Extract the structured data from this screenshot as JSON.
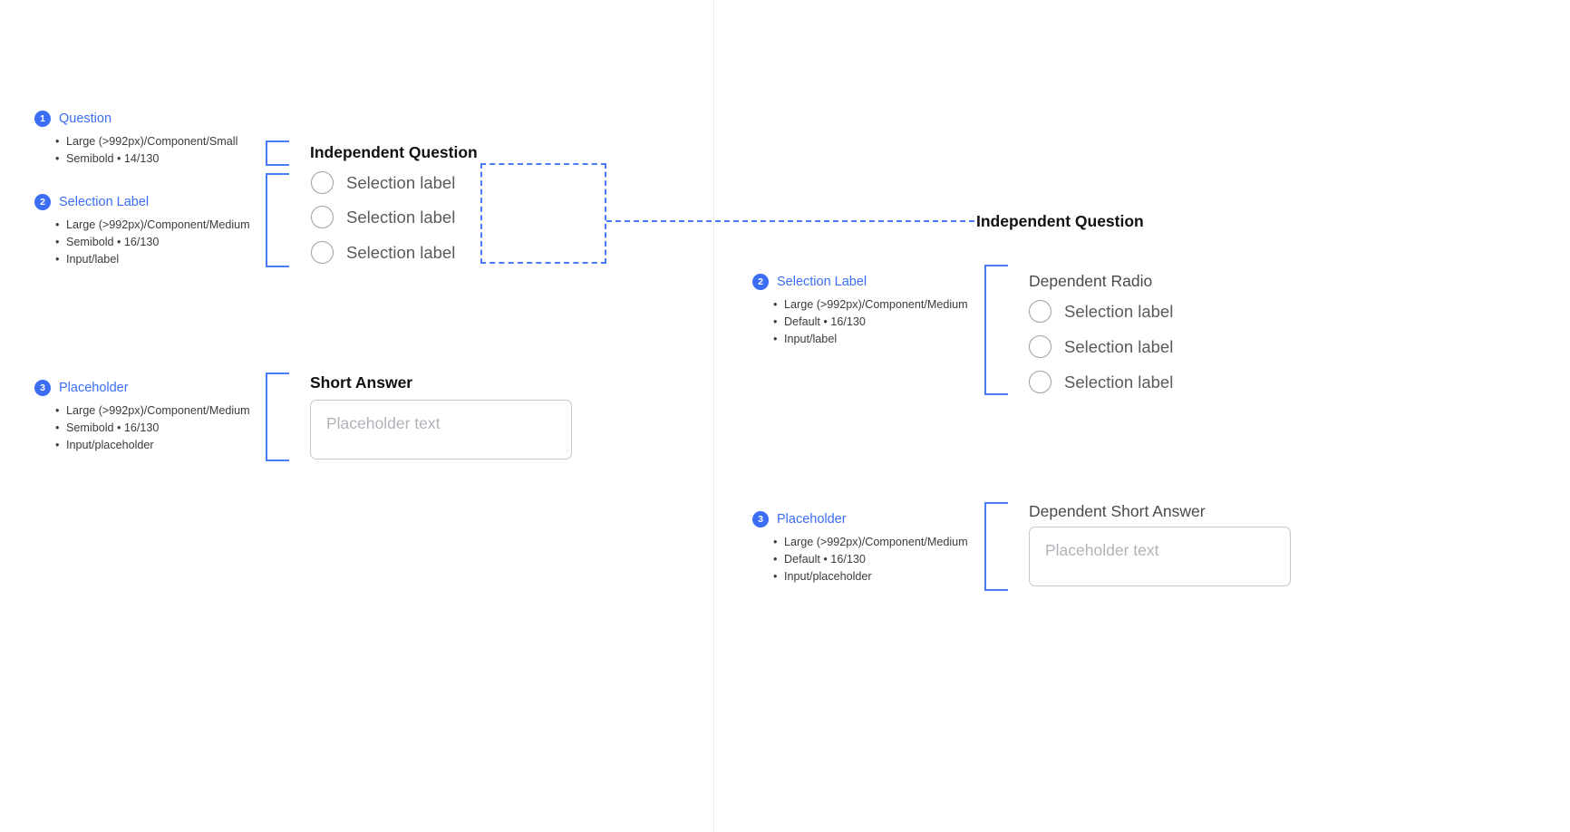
{
  "left_panel": {
    "specs": [
      {
        "number": "1",
        "title": "Question",
        "items": [
          "Large (>992px)/Component/Small",
          "Semibold • 14/130"
        ]
      },
      {
        "number": "2",
        "title": "Selection Label",
        "items": [
          "Large (>992px)/Component/Medium",
          "Semibold • 16/130",
          "Input/label"
        ]
      },
      {
        "number": "3",
        "title": "Placeholder",
        "items": [
          "Large (>992px)/Component/Medium",
          "Semibold • 16/130",
          "Input/placeholder"
        ]
      }
    ],
    "form": {
      "question_title": "Independent Question",
      "options": [
        "Selection label",
        "Selection label",
        "Selection label"
      ],
      "short_answer_label": "Short Answer",
      "short_answer_placeholder": "Placeholder text"
    }
  },
  "right_panel": {
    "specs": [
      {
        "number": "2",
        "title": "Selection Label",
        "items": [
          "Large (>992px)/Component/Medium",
          "Default • 16/130",
          "Input/label"
        ]
      },
      {
        "number": "3",
        "title": "Placeholder",
        "items": [
          "Large (>992px)/Component/Medium",
          "Default • 16/130",
          "Input/placeholder"
        ]
      }
    ],
    "form": {
      "question_title": "Independent Question",
      "radio_group_label": "Dependent Radio",
      "options": [
        "Selection label",
        "Selection label",
        "Selection label"
      ],
      "short_answer_label": "Dependent Short Answer",
      "short_answer_placeholder": "Placeholder text"
    }
  },
  "colors": {
    "accent": "#3b6ef5",
    "bracket": "#4a7cf7",
    "divider": "#ececec"
  }
}
